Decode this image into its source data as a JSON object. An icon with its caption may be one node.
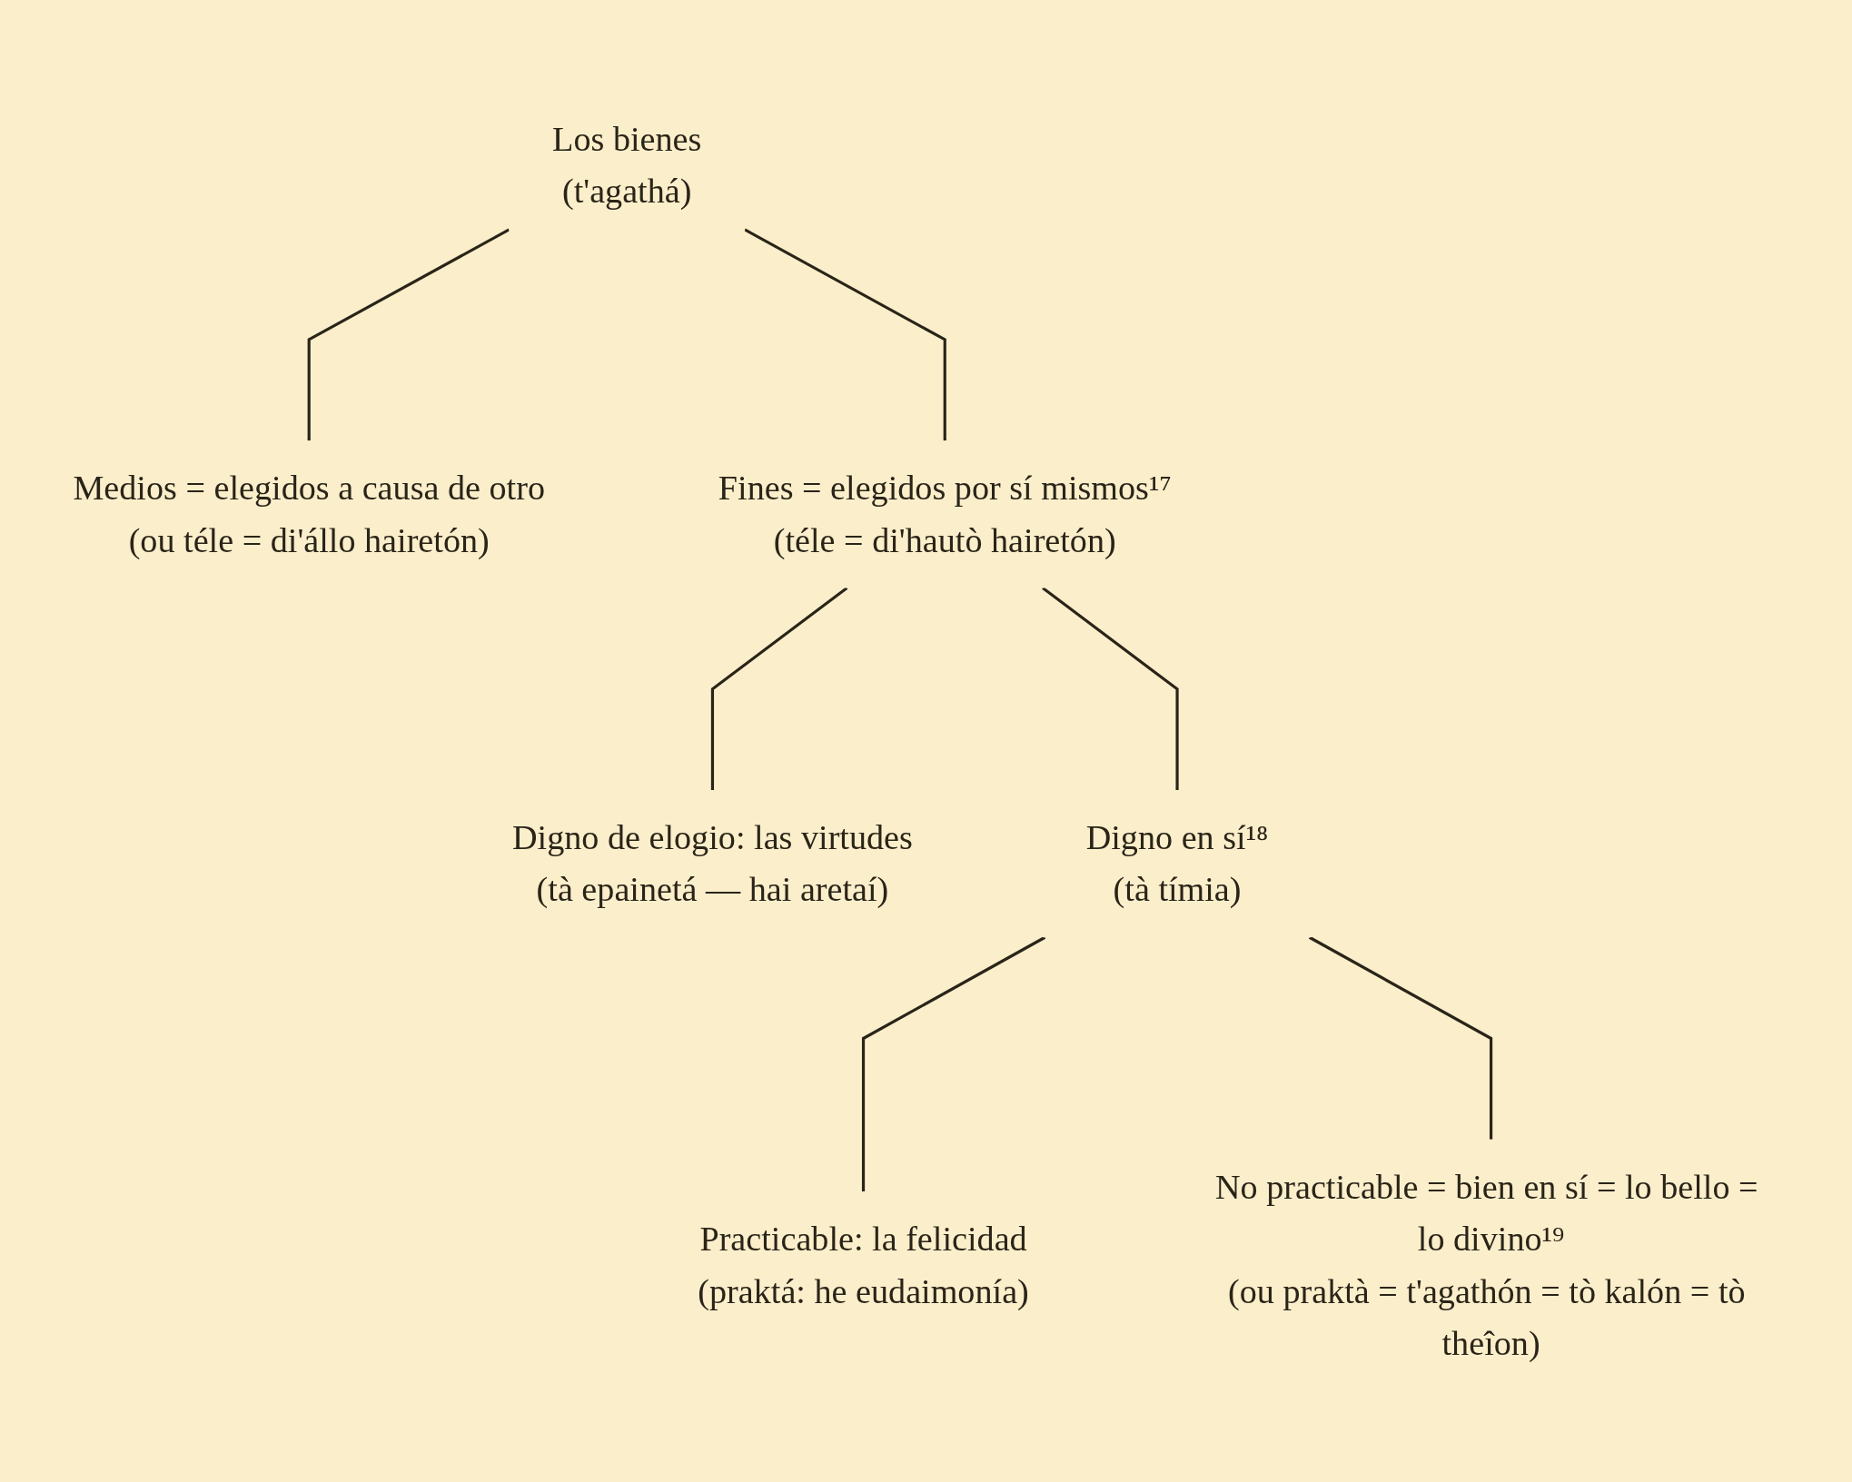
{
  "diagram": {
    "nodes": [
      {
        "text": [
          "Los bienes",
          "(t'agathá)"
        ]
      },
      {
        "text": [
          "Medios = elegidos a causa de otro",
          "(ou téle = di'állo hairetón)"
        ]
      },
      {
        "text": [
          "Fines = elegidos por sí mismos¹⁷",
          "(téle = di'hautò hairetón)"
        ]
      },
      {
        "text": [
          "Digno de elogio: las virtudes",
          "(tà epainetá — hai aretaí)"
        ]
      },
      {
        "text": [
          "Digno en sí¹⁸",
          "(tà tímia)"
        ]
      },
      {
        "text": [
          "Practicable: la felicidad",
          "(praktá: he eudaimonía)"
        ]
      },
      {
        "text": [
          "No practicable = bien en sí = lo bello = lo divino¹⁹",
          "(ou praktà = t'agathón = tò kalón = tò theîon)"
        ]
      }
    ],
    "edges": [
      {
        "from": 0,
        "to": 1,
        "arrow": "none"
      },
      {
        "from": 0,
        "to": 2,
        "arrow": "none"
      },
      {
        "from": 2,
        "to": 3,
        "arrow": "none"
      },
      {
        "from": 2,
        "to": 4,
        "arrow": "none"
      },
      {
        "from": 4,
        "to": 5,
        "arrow": "none"
      },
      {
        "from": 4,
        "to": 6,
        "arrow": "none"
      }
    ]
  }
}
